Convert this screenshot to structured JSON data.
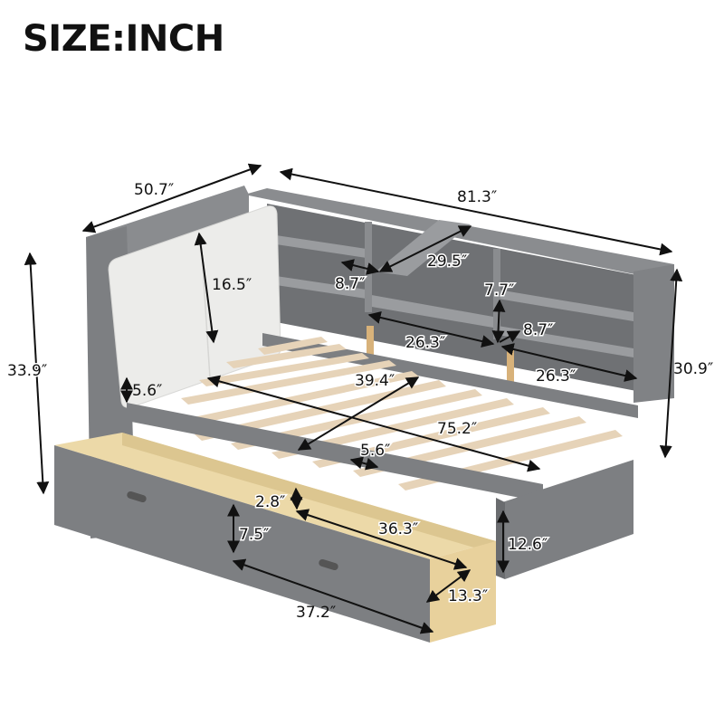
{
  "title": "SIZE:INCH",
  "colors": {
    "frame_gray": "#7d7f82",
    "frame_gray_dark": "#6a6c6f",
    "frame_gray_light": "#9a9c9f",
    "cushion": "#ececea",
    "slat": "#e6d3b8",
    "drawer_wood": "#ecd9a8",
    "leg": "#d8b27a",
    "arrow": "#111111"
  },
  "dimensions": {
    "overall_width": "50.7″",
    "overall_length": "81.3″",
    "overall_height_left": "33.9″",
    "overall_height_right": "30.9″",
    "cushion_height": "16.5″",
    "side_rail_height": "5.6″",
    "shelf_top_depth": "8.7″",
    "shelf_top_length": "29.5″",
    "shelf_opening_height": "7.7″",
    "shelf_depth": "8.7″",
    "shelf_length_left": "26.3″",
    "shelf_length_right": "26.3″",
    "mattress_width": "39.4″",
    "mattress_length": "75.2″",
    "slat_gap": "5.6″",
    "drawer_inner_depth": "2.8″",
    "drawer_inner_length": "36.3″",
    "drawer_front_height": "7.5″",
    "drawer_length": "37.2″",
    "drawer_width": "13.3″",
    "footboard_height": "12.6″"
  }
}
